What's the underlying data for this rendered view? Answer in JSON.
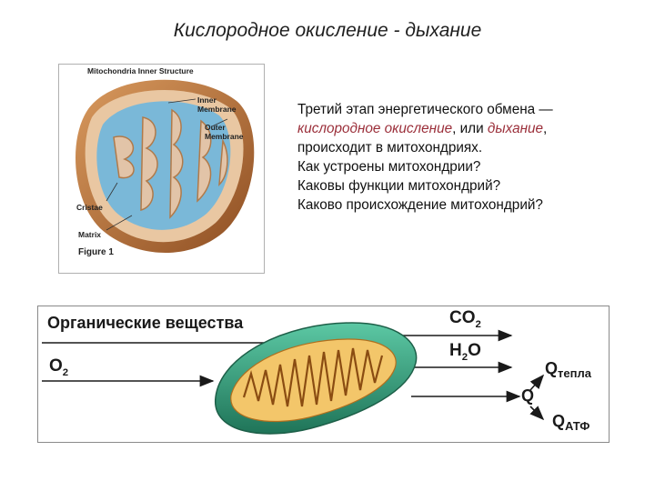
{
  "title": "Кислородное окисление - дыхание",
  "figure1": {
    "heading": "Mitochondria Inner Structure",
    "labels": {
      "inner_membrane": "Inner\nMembrane",
      "outer_membrane": "Outer\nMembrane",
      "cristae": "Cristae",
      "matrix": "Matrix"
    },
    "caption": "Figure 1"
  },
  "text": {
    "line1": "Третий этап энергетического обмена —",
    "line2_hl1": "кислородное окисление",
    "line2_mid": ", или ",
    "line2_hl2": "дыхание",
    "line2_end": ",",
    "line3": "происходит в митохондриях.",
    "line4": "Как устроены митохондрии?",
    "line5": "Каковы функции митохондрий?",
    "line6": "Каково происхождение митохондрий?"
  },
  "figure2": {
    "organic": "Органические вещества",
    "o2_base": "O",
    "o2_sub": "2",
    "co2_base": "CO",
    "co2_sub": "2",
    "h2o_h": "H",
    "h2o_sub": "2",
    "h2o_o": "O",
    "q": "Q",
    "q_heat_sub": "тепла",
    "q_atp_sub": "АТФ"
  },
  "colors": {
    "highlight": "#9b2f3a",
    "membrane_brown": "#b86a32",
    "matrix_blue": "#7ab8d8",
    "mito_green": "#2f9a7a",
    "cristae_orange": "#e8a23a"
  }
}
